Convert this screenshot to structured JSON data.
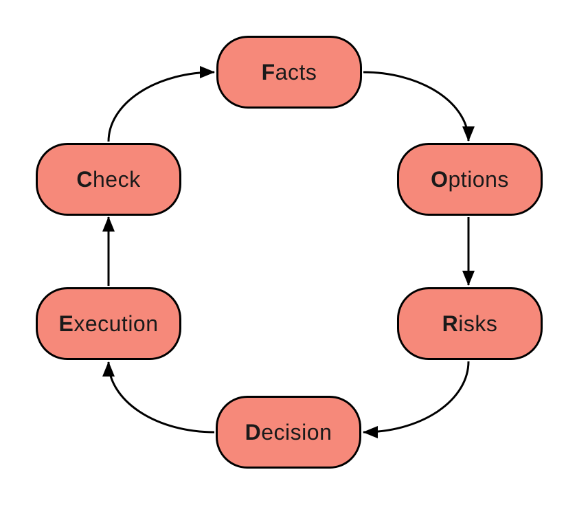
{
  "diagram": {
    "type": "cycle-flowchart",
    "nodes": [
      {
        "id": "facts",
        "initial": "F",
        "rest": "acts"
      },
      {
        "id": "options",
        "initial": "O",
        "rest": "ptions"
      },
      {
        "id": "risks",
        "initial": "R",
        "rest": "isks"
      },
      {
        "id": "decision",
        "initial": "D",
        "rest": "ecision"
      },
      {
        "id": "execution",
        "initial": "E",
        "rest": "xecution"
      },
      {
        "id": "check",
        "initial": "C",
        "rest": "heck"
      }
    ],
    "edges": [
      {
        "from": "facts",
        "to": "options"
      },
      {
        "from": "options",
        "to": "risks"
      },
      {
        "from": "risks",
        "to": "decision"
      },
      {
        "from": "decision",
        "to": "execution"
      },
      {
        "from": "execution",
        "to": "check"
      },
      {
        "from": "check",
        "to": "facts"
      }
    ],
    "colors": {
      "node_fill": "#F6897A",
      "node_border": "#000000",
      "arrow": "#000000",
      "text": "#1A1A1A",
      "background": "#FFFFFF"
    }
  }
}
